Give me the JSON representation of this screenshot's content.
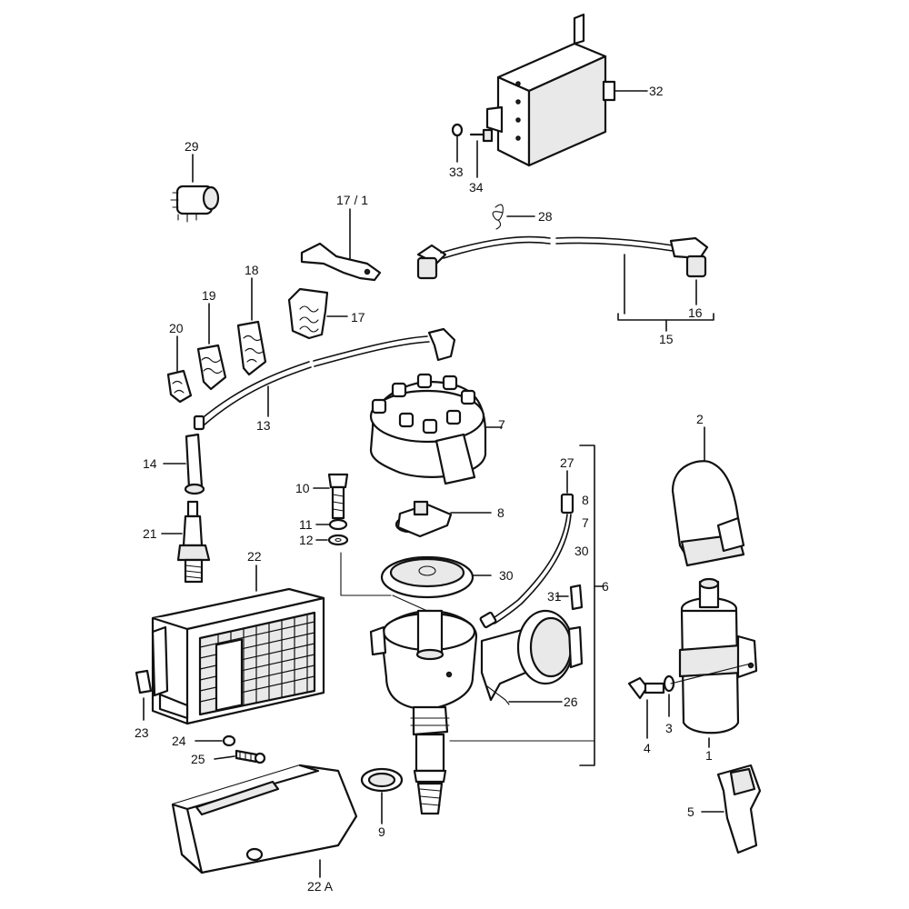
{
  "labels": {
    "n1": "1",
    "n2": "2",
    "n3": "3",
    "n4": "4",
    "n5": "5",
    "n6": "6",
    "n7": "7",
    "n7b": "7",
    "n8": "8",
    "n8b": "8",
    "n9": "9",
    "n10": "10",
    "n11": "11",
    "n12": "12",
    "n13": "13",
    "n14": "14",
    "n15": "15",
    "n16": "16",
    "n17": "17",
    "n17_1": "17 / 1",
    "n18": "18",
    "n19": "19",
    "n20": "20",
    "n21": "21",
    "n22": "22",
    "n22a": "22 A",
    "n23": "23",
    "n24": "24",
    "n25": "25",
    "n26": "26",
    "n27": "27",
    "n28": "28",
    "n29": "29",
    "n30": "30",
    "n30b": "30",
    "n31": "31",
    "n32": "32",
    "n33": "33",
    "n34": "34"
  }
}
